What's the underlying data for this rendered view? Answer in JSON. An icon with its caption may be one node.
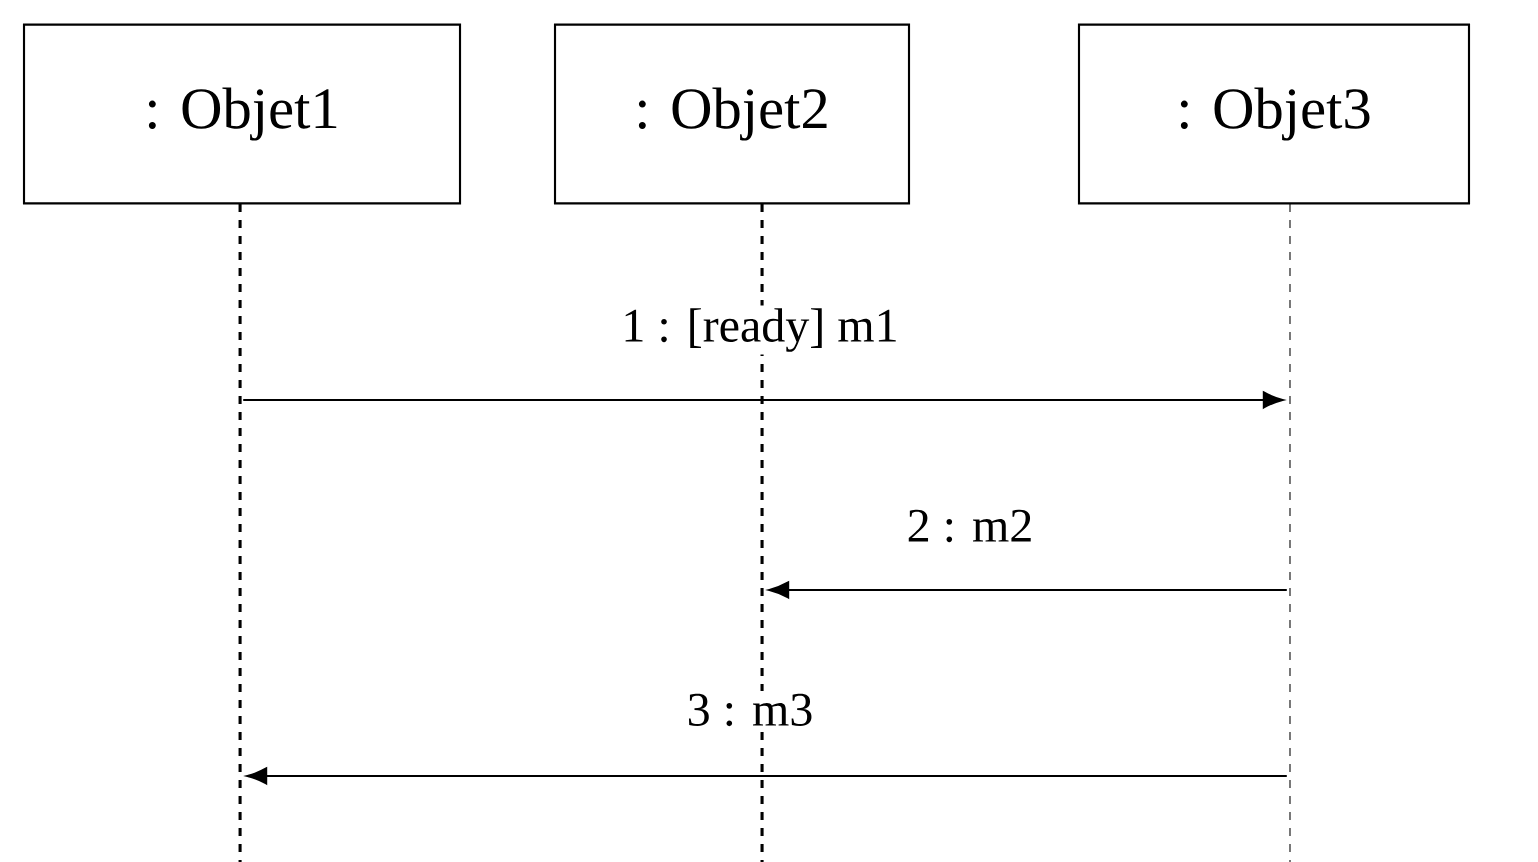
{
  "diagram": {
    "nodes": [
      {
        "text": [
          ": Objet1"
        ]
      },
      {
        "text": [
          ": Objet2"
        ]
      },
      {
        "text": [
          ": Objet3"
        ]
      },
      {
        "text": [],
        "shape": "lifeline"
      },
      {
        "text": [],
        "shape": "lifeline"
      },
      {
        "text": [],
        "shape": "lifeline"
      }
    ],
    "edges": [
      {
        "from": 3,
        "to": 5,
        "arrow": "to",
        "label": "1 : [ready] m1"
      },
      {
        "from": 5,
        "to": 4,
        "arrow": "to",
        "label": "2 : m2"
      },
      {
        "from": 5,
        "to": 3,
        "arrow": "to",
        "label": "3 : m3"
      }
    ]
  }
}
